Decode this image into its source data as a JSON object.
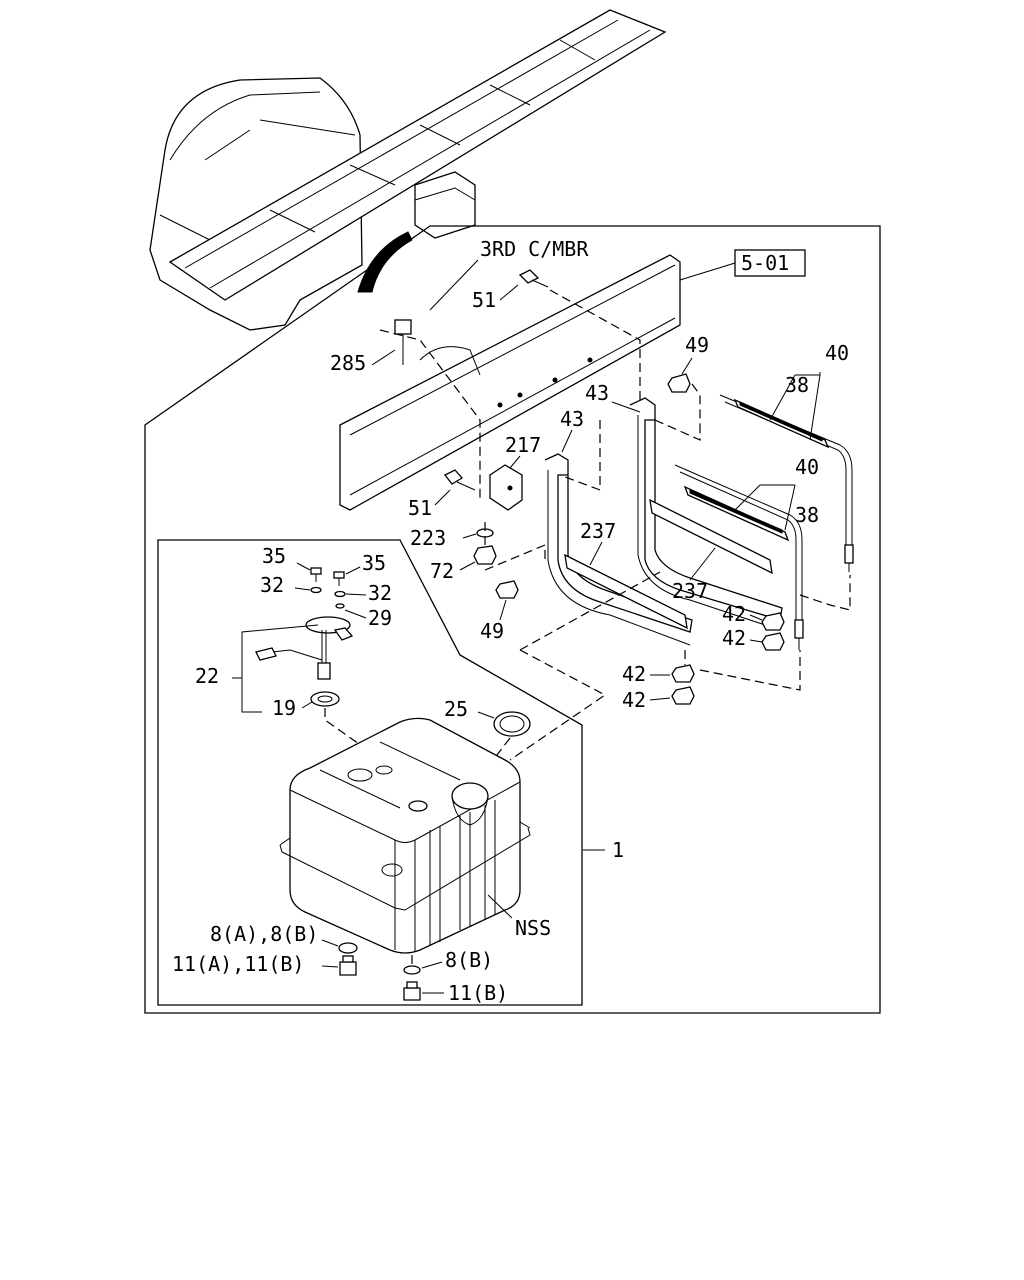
{
  "diagram": {
    "ref_box": "5-01",
    "labels": {
      "crossmember": "3RD C/MBR",
      "p1": "1",
      "p8": "8(A),8(B)",
      "p8b": "8(B)",
      "p11": "11(A),11(B)",
      "p11b": "11(B)",
      "p19": "19",
      "p22": "22",
      "p25": "25",
      "p29": "29",
      "p32": "32",
      "p35": "35",
      "p38": "38",
      "p40": "40",
      "p42": "42",
      "p43": "43",
      "p49": "49",
      "p51": "51",
      "p72": "72",
      "p217": "217",
      "p223": "223",
      "p237": "237",
      "p285": "285",
      "nss": "NSS"
    }
  }
}
